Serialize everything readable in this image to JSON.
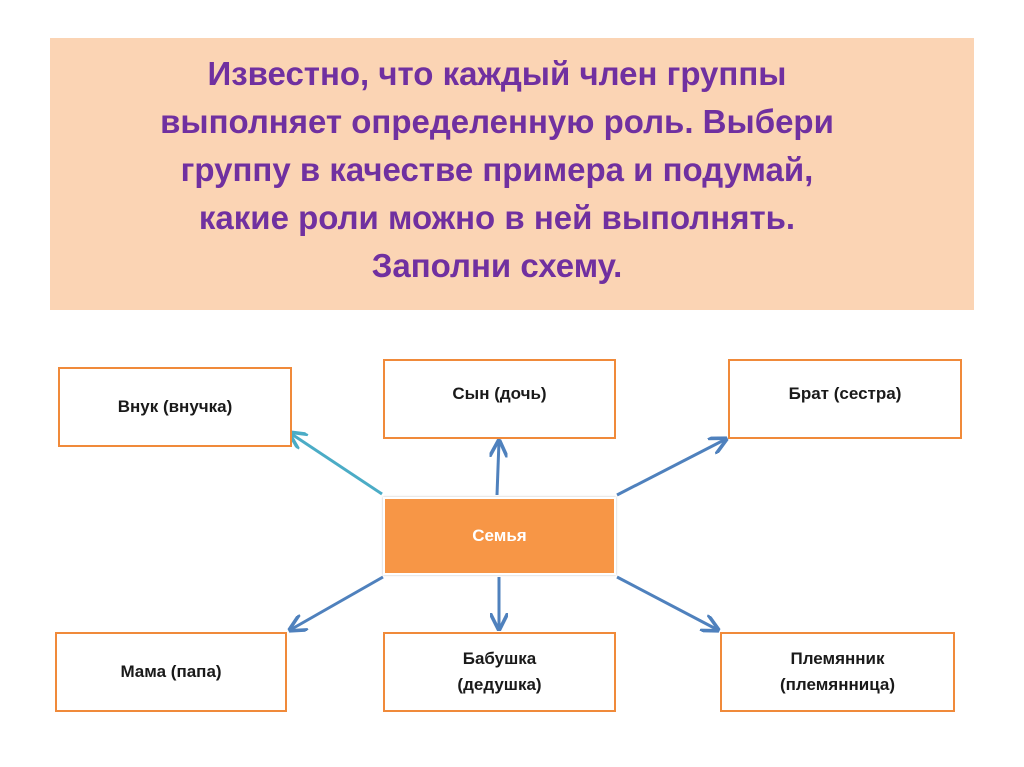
{
  "header": {
    "text_lines": [
      "Известно, что каждый член группы",
      "выполняет определенную роль. Выбери",
      "группу в качестве примера и подумай,",
      "какие роли можно в ней выполнять.",
      "Заполни схему."
    ]
  },
  "center": {
    "label": "Семья"
  },
  "nodes": {
    "vnuk": "Внук (внучка)",
    "syn": "Сын (дочь)",
    "brat": "Брат (сестра)",
    "mama": "Мама (папа)",
    "babushka_1": "Бабушка",
    "babushka_2": "(дедушка)",
    "plem_1": "Племянник",
    "plem_2": "(племянница)"
  },
  "colors": {
    "header_bg": "#fbd4b4",
    "title": "#7030a0",
    "center": "#f79646",
    "border": "#f08a3a",
    "arrow": "#4f81bd",
    "arrow_teal": "#4bacc6"
  }
}
